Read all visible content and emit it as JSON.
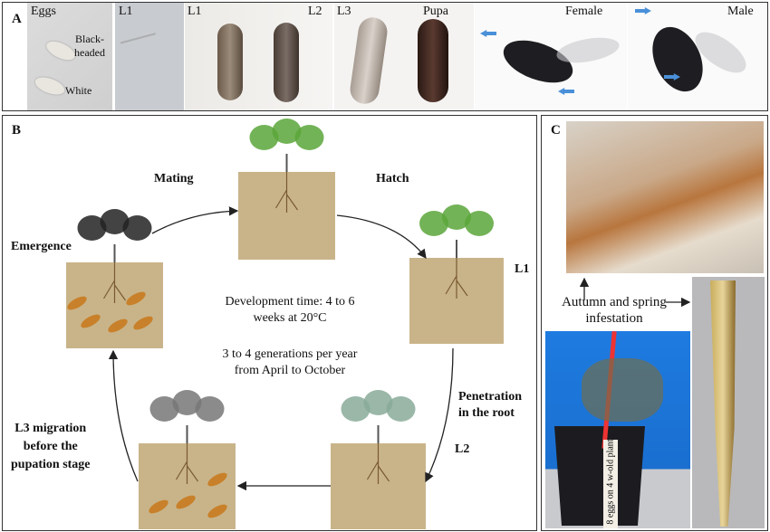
{
  "panel_a": {
    "label": "A",
    "photos": [
      {
        "title": "Eggs",
        "labels": [
          "Black-\nheaded",
          "White"
        ]
      },
      {
        "title": "L1"
      },
      {
        "title": "L1",
        "title2": "L2"
      },
      {
        "title": "L3",
        "title2": "Pupa"
      },
      {
        "title": "Female"
      },
      {
        "title": "Male"
      }
    ]
  },
  "panel_b": {
    "label": "B",
    "stages": {
      "mating": "Mating",
      "hatch": "Hatch",
      "emergence": "Emergence",
      "l1": "L1",
      "penetration": "Penetration\nin the root",
      "l2": "L2",
      "l3_migration": "L3 migration\nbefore the\npupation stage"
    },
    "center_text": {
      "development": "Development time: 4 to 6\nweeks at 20°C",
      "generations": "3 to 4 generations per year\nfrom April to October"
    },
    "colors": {
      "soil": "#c9b48a",
      "larva": "#c8812a",
      "leaf": "#5aa63a"
    }
  },
  "panel_c": {
    "label": "C",
    "caption": "Autumn and spring\ninfestation",
    "pot_label": "8 eggs on 4 w-old plant"
  }
}
